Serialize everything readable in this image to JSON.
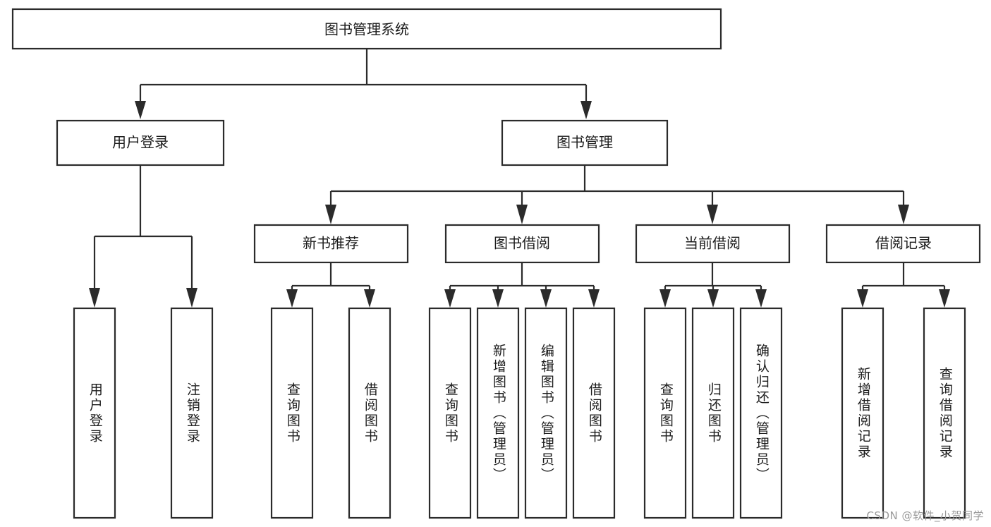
{
  "diagram": {
    "type": "tree",
    "title": "图书管理系统",
    "orientation": "top-down",
    "watermark": "CSDN @软件_小贺同学",
    "colors": {
      "background": "#ffffff",
      "box_stroke": "#2b2b2b",
      "box_fill": "#ffffff",
      "text": "#1c1c1c",
      "watermark": "#9a9a9a"
    },
    "nodes": {
      "root": {
        "label": "图书管理系统",
        "level": 0
      },
      "l1": [
        {
          "id": "user-login",
          "label": "用户登录",
          "level": 1
        },
        {
          "id": "book-manage",
          "label": "图书管理",
          "level": 1
        }
      ],
      "l2": [
        {
          "id": "new-book-recommend",
          "label": "新书推荐",
          "level": 2,
          "parent": "book-manage"
        },
        {
          "id": "book-borrow",
          "label": "图书借阅",
          "level": 2,
          "parent": "book-manage"
        },
        {
          "id": "current-borrow",
          "label": "当前借阅",
          "level": 2,
          "parent": "book-manage"
        },
        {
          "id": "borrow-record",
          "label": "借阅记录",
          "level": 2,
          "parent": "book-manage"
        }
      ],
      "leaves": [
        {
          "id": "leaf-user-login",
          "label": "用户登录",
          "parent": "user-login",
          "orientation": "vertical"
        },
        {
          "id": "leaf-logout-login",
          "label": "注销登录",
          "parent": "user-login",
          "orientation": "vertical"
        },
        {
          "id": "leaf-query-book-1",
          "label": "查询图书",
          "parent": "new-book-recommend",
          "orientation": "vertical"
        },
        {
          "id": "leaf-borrow-book-1",
          "label": "借阅图书",
          "parent": "new-book-recommend",
          "orientation": "vertical"
        },
        {
          "id": "leaf-query-book-2",
          "label": "查询图书",
          "parent": "book-borrow",
          "orientation": "vertical"
        },
        {
          "id": "leaf-add-book",
          "label": "新增图书（管理员）",
          "parent": "book-borrow",
          "orientation": "vertical"
        },
        {
          "id": "leaf-edit-book",
          "label": "编辑图书（管理员）",
          "parent": "book-borrow",
          "orientation": "vertical"
        },
        {
          "id": "leaf-borrow-book-2",
          "label": "借阅图书",
          "parent": "book-borrow",
          "orientation": "vertical"
        },
        {
          "id": "leaf-query-book-3",
          "label": "查询图书",
          "parent": "current-borrow",
          "orientation": "vertical"
        },
        {
          "id": "leaf-return-book",
          "label": "归还图书",
          "parent": "current-borrow",
          "orientation": "vertical"
        },
        {
          "id": "leaf-confirm-return",
          "label": "确认归还（管理员）",
          "parent": "current-borrow",
          "orientation": "vertical"
        },
        {
          "id": "leaf-add-record",
          "label": "新增借阅记录",
          "parent": "borrow-record",
          "orientation": "vertical"
        },
        {
          "id": "leaf-query-record",
          "label": "查询借阅记录",
          "parent": "borrow-record",
          "orientation": "vertical"
        }
      ]
    }
  }
}
